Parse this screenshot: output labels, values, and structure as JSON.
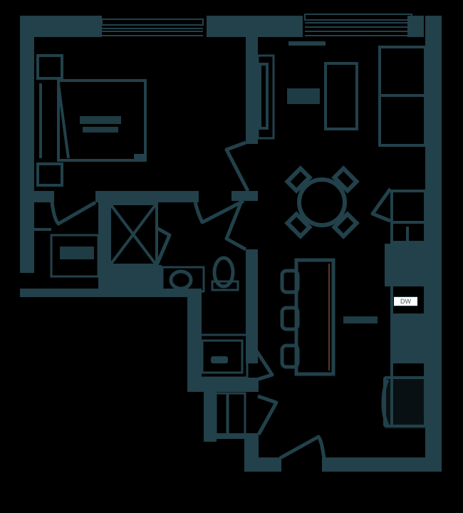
{
  "plan": {
    "wall_color": "#22414a",
    "background_color": "#000000",
    "dw_label_bg": "#ffffff"
  },
  "labels": {
    "dishwasher": "DW"
  },
  "rooms": [
    {
      "name": "bedroom",
      "label_visible": false
    },
    {
      "name": "dining",
      "label_visible": false
    },
    {
      "name": "kitchen",
      "label_visible": false
    },
    {
      "name": "walk-in-closet",
      "label_visible": false
    },
    {
      "name": "bath",
      "label_visible": false
    },
    {
      "name": "laundry",
      "label_visible": false
    }
  ],
  "fixtures": {
    "dining_table_chairs": 4,
    "island_stools": 3
  }
}
